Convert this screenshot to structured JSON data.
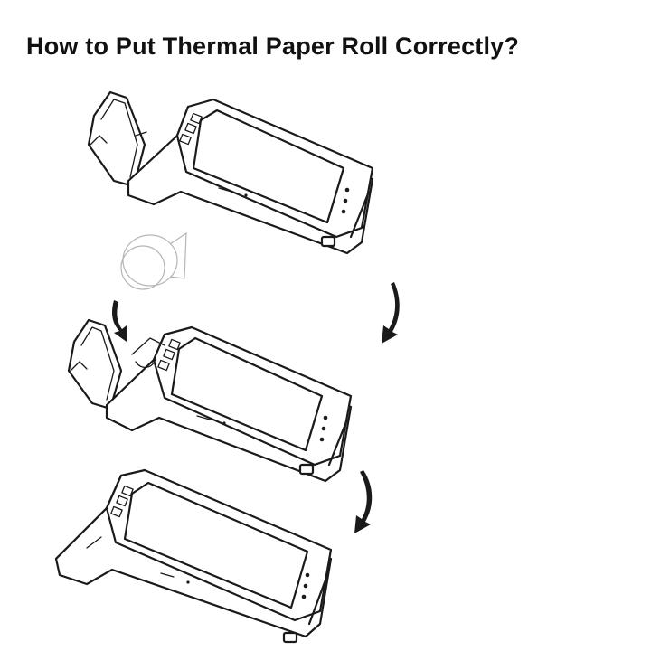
{
  "title": "How to Put Thermal Paper Roll Correctly?",
  "steps": [
    {
      "state": "printer-cover-open"
    },
    {
      "state": "paper-roll-inserted-cover-open"
    },
    {
      "state": "printer-cover-closed"
    }
  ],
  "icons": [
    "paper-roll-icon",
    "curved-arrow-icon"
  ],
  "colors": {
    "line": "#1a1a1a",
    "roll": "#b5b5b5",
    "background": "#ffffff"
  }
}
